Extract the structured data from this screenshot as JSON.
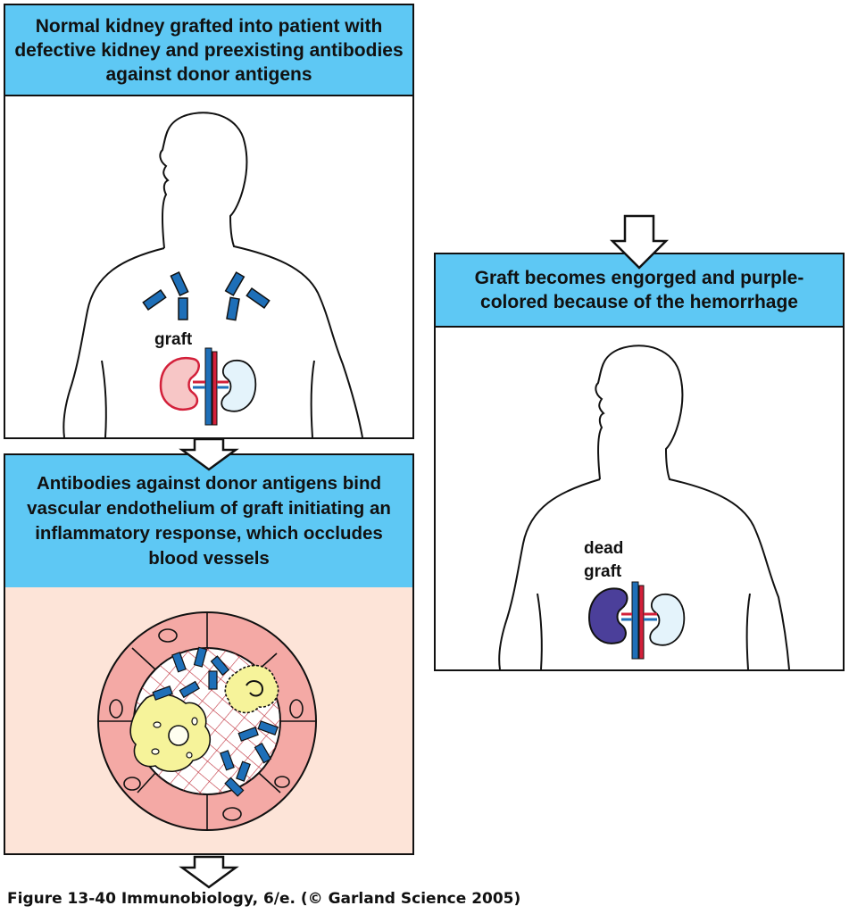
{
  "panels": {
    "top_left": "Normal kidney grafted into patient with defective kidney and preexisting antibodies against donor antigens",
    "middle_left": "Antibodies against donor antigens bind vascular endothelium of graft initiating an inflammatory response, which occludes blood vessels",
    "right": "Graft becomes engorged and purple-colored because of the hemorrhage"
  },
  "labels": {
    "graft": "graft",
    "dead_graft_line1": "dead",
    "dead_graft_line2": "graft"
  },
  "caption": "Figure 13-40  Immunobiology, 6/e. (© Garland Science 2005)",
  "colors": {
    "header_blue": "#5ec8f4",
    "antibody_blue": "#1e6fb8",
    "healthy_kidney": "#f7c6c6",
    "host_kidney": "#e4f3fb",
    "dead_kidney": "#4b3f9a",
    "vessel_bg": "#fde4d8",
    "endothelium": "#f4a9a5",
    "leukocyte": "#f6f39a"
  }
}
